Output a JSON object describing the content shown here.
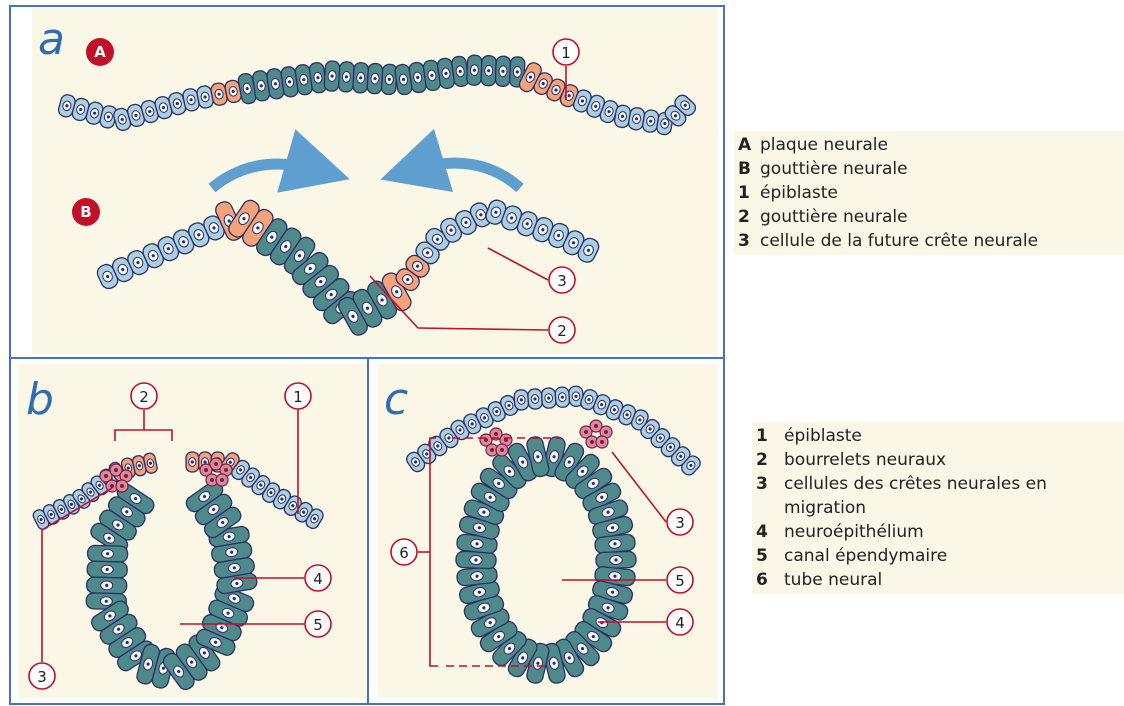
{
  "panels": {
    "a": "a",
    "b": "b",
    "c": "c"
  },
  "steps": {
    "A": "A",
    "B": "B"
  },
  "callouts": {
    "a_1": "1",
    "a_2": "2",
    "a_3": "3",
    "b_1": "1",
    "b_2": "2",
    "b_3": "3",
    "b_4": "4",
    "b_5": "5",
    "c_3": "3",
    "c_4": "4",
    "c_5": "5",
    "c_6": "6"
  },
  "legend_top": [
    {
      "key": "A",
      "text": "plaque neurale"
    },
    {
      "key": "B",
      "text": "gouttière neurale"
    },
    {
      "key": "1",
      "text": "épiblaste"
    },
    {
      "key": "2",
      "text": "gouttière neurale"
    },
    {
      "key": "3",
      "text": "cellule de la future crête neurale"
    }
  ],
  "legend_bottom": [
    {
      "key": "1",
      "text": "épiblaste"
    },
    {
      "key": "2",
      "text": "bourrelets neuraux"
    },
    {
      "key": "3",
      "text": "cellules des crêtes neurales en migration"
    },
    {
      "key": "4",
      "text": "neuroépithélium"
    },
    {
      "key": "5",
      "text": "canal épendymaire"
    },
    {
      "key": "6",
      "text": "tube neural"
    }
  ],
  "colors": {
    "epiblast": "#a9cfe0",
    "neural_plate": "#4f8a8b",
    "crest": "#f4a27a",
    "nucleus": "#f4f6ff",
    "cell_outline": "#2c2f63",
    "callout": "#c0102a",
    "arrow": "#5f9fcf",
    "frame": "#4472c4",
    "panel_bg": "#fbf7e6"
  }
}
